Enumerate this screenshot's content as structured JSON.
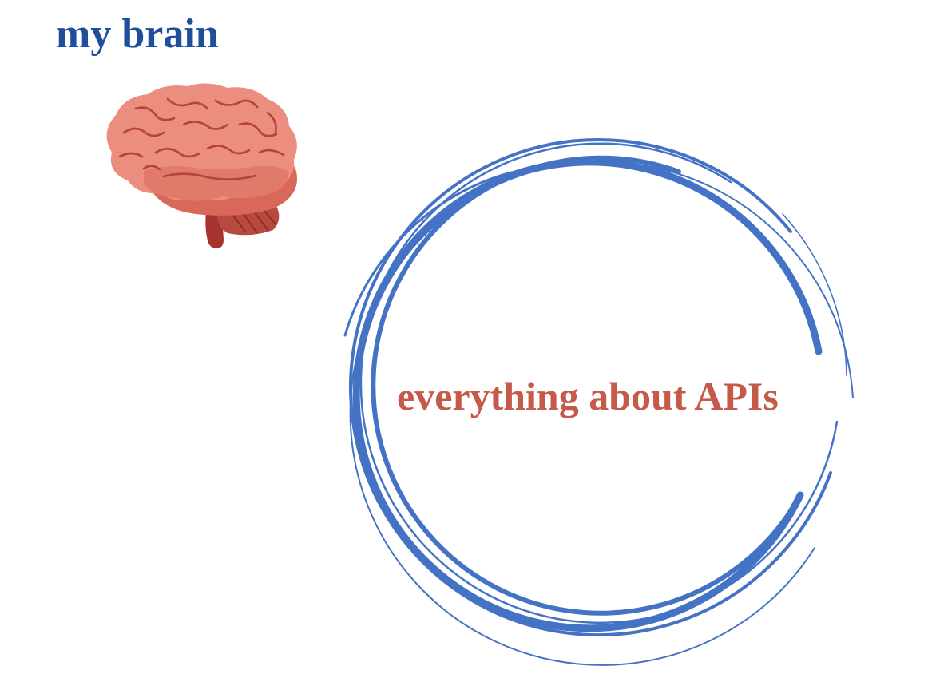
{
  "title": {
    "text": "my brain",
    "color": "#1f4e9c"
  },
  "brain": {
    "icon": "brain-icon",
    "colors": {
      "light": "#eb8e7f",
      "mid": "#e07a6a",
      "dark": "#c9564a",
      "stem": "#a8332e",
      "line": "#b5433d"
    }
  },
  "ring": {
    "icon": "scribble-circle",
    "color": "#4472c4"
  },
  "label": {
    "text": "everything about APIs",
    "color": "#c55a4a"
  }
}
